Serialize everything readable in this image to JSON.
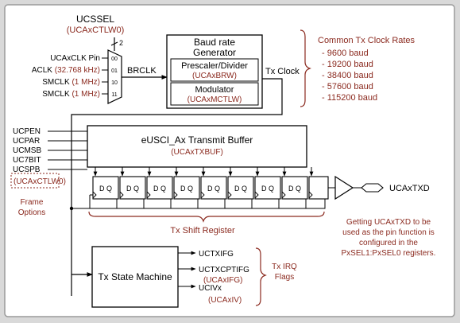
{
  "colors": {
    "frame": "#a6a6a6",
    "panel": "#ffffff",
    "ink": "#000000",
    "accent": "#8b2a1f"
  },
  "ucssel": {
    "title": "UCSSEL",
    "register": "(UCAxCTLW0)",
    "bits": "2"
  },
  "mux": {
    "inputs": [
      {
        "label": "UCAxCLK Pin",
        "sub": "",
        "code": "00"
      },
      {
        "label": "ACLK",
        "sub": "(32.768 kHz)",
        "code": "01"
      },
      {
        "label": "SMCLK",
        "sub": "(1 MHz)",
        "code": "10"
      },
      {
        "label": "SMCLK",
        "sub": "(1 MHz)",
        "code": "11"
      }
    ]
  },
  "brclk": "BRCLK",
  "baud": {
    "title_line1": "Baud rate",
    "title_line2": "Generator",
    "prescaler": "Prescaler/Divider",
    "prescaler_reg": "(UCAxBRW)",
    "modulator": "Modulator",
    "modulator_reg": "(UCAxMCTLW)"
  },
  "tx_clock": "Tx Clock",
  "clock_rates": {
    "title": "Common Tx Clock Rates",
    "items": [
      "- 9600 baud",
      "- 19200 baud",
      "- 38400 baud",
      "- 57600 baud",
      "- 115200 baud"
    ]
  },
  "frame_bits": [
    "UCPEN",
    "UCPAR",
    "UCMSB",
    "UC7BIT",
    "UCSPB"
  ],
  "frame_options": {
    "register": "(UCAxCTLW0)",
    "line1": "Frame",
    "line2": "Options"
  },
  "tx_buffer": {
    "title": "eUSCI_Ax Transmit Buffer",
    "register": "(UCAxTXBUF)"
  },
  "flipflop_label": "D Q",
  "shift_register": "Tx Shift Register",
  "ucatxd": "UCAxTXD",
  "pin_note": [
    "Getting UCAxTXD to be",
    "used as the pin function is",
    "configured in the",
    "PxSEL1:PxSEL0 registers."
  ],
  "state_machine": "Tx State Machine",
  "irq_signals": [
    {
      "name": "UCTXIFG",
      "reg": ""
    },
    {
      "name": "UCTXCPTIFG",
      "reg": "(UCAxIFG)"
    },
    {
      "name": "UCIVx",
      "reg": "(UCAxIV)"
    }
  ],
  "irq_flags": {
    "line1": "Tx IRQ",
    "line2": "Flags"
  }
}
